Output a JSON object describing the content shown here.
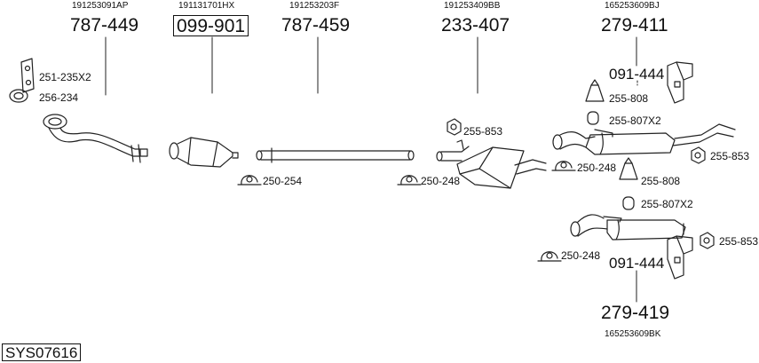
{
  "oem_numbers": {
    "p1": "191253091AP",
    "p2": "191131701HX",
    "p3": "191253203F",
    "p4": "191253409BB",
    "p5": "165253609BJ",
    "p6": "165253609BK"
  },
  "part_numbers": {
    "p1": "787-449",
    "p2": "099-901",
    "p3": "787-459",
    "p4": "233-407",
    "p5": "279-411",
    "p6": "279-419"
  },
  "accessories": {
    "a1": "251-235X2",
    "a2": "256-234",
    "a3": "250-254",
    "a4": "250-248",
    "a5": "255-853",
    "a6": "091-444",
    "a7": "255-808",
    "a8": "255-807X2",
    "a9": "250-248",
    "a10": "255-853",
    "a11": "255-808",
    "a12": "255-807X2",
    "a13": "255-853",
    "a14": "250-248",
    "a15": "091-444"
  },
  "system_code": "SYS07616"
}
